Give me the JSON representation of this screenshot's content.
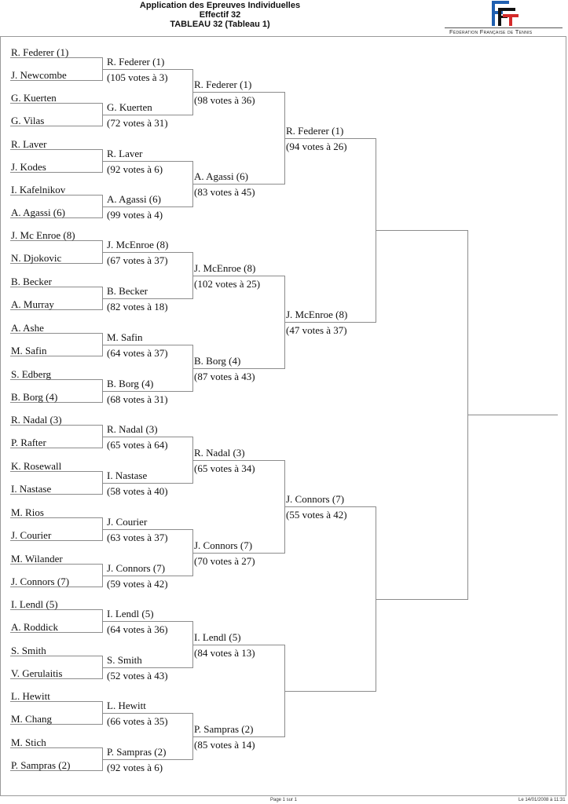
{
  "header": {
    "line1": "Application des Epreuves Individuelles",
    "line2": "Effectif 32",
    "line3": "TABLEAU 32 (Tableau 1)"
  },
  "logo": {
    "letters": "FFT",
    "caption": "Fédération Française de Tennis",
    "colors": {
      "blue": "#1f5fb0",
      "red": "#d42a2a",
      "black": "#111111"
    }
  },
  "footer": {
    "page": "Page 1 sur 1",
    "date": "Le 14/01/2008 à 11:31"
  },
  "rounds": {
    "r1": [
      "R. Federer (1)",
      "J. Newcombe",
      "G. Kuerten",
      "G. Vilas",
      "R. Laver",
      "J. Kodes",
      "I. Kafelnikov",
      "A. Agassi (6)",
      "J. Mc Enroe (8)",
      "N. Djokovic",
      "B. Becker",
      "A. Murray",
      "A. Ashe",
      "M. Safin",
      "S. Edberg",
      "B. Borg (4)",
      "R. Nadal (3)",
      "P. Rafter",
      "K. Rosewall",
      "I. Nastase",
      "M. Rios",
      "J. Courier",
      "M. Wilander",
      "J. Connors (7)",
      "I. Lendl (5)",
      "A. Roddick",
      "S. Smith",
      "V. Gerulaitis",
      "L. Hewitt",
      "M. Chang",
      "M. Stich",
      "P. Sampras (2)"
    ],
    "r2": [
      {
        "name": "R. Federer (1)",
        "score": "(105 votes à 3)"
      },
      {
        "name": "G. Kuerten",
        "score": "(72 votes à 31)"
      },
      {
        "name": "R. Laver",
        "score": "(92 votes à 6)"
      },
      {
        "name": "A. Agassi (6)",
        "score": "(99 votes à 4)"
      },
      {
        "name": "J. McEnroe (8)",
        "score": "(67 votes à 37)"
      },
      {
        "name": "B. Becker",
        "score": "(82 votes à 18)"
      },
      {
        "name": "M. Safin",
        "score": "(64 votes à 37)"
      },
      {
        "name": "B. Borg (4)",
        "score": "(68 votes à 31)"
      },
      {
        "name": "R. Nadal (3)",
        "score": "(65 votes à 64)"
      },
      {
        "name": "I. Nastase",
        "score": "(58 votes à 40)"
      },
      {
        "name": "J. Courier",
        "score": "(63 votes à 37)"
      },
      {
        "name": "J. Connors (7)",
        "score": "(59 votes à 42)"
      },
      {
        "name": "I. Lendl (5)",
        "score": "(64 votes à 36)"
      },
      {
        "name": "S. Smith",
        "score": "(52 votes à 43)"
      },
      {
        "name": "L. Hewitt",
        "score": "(66 votes à 35)"
      },
      {
        "name": "P. Sampras (2)",
        "score": "(92 votes à 6)"
      }
    ],
    "r3": [
      {
        "name": "R. Federer (1)",
        "score": "(98 votes à 36)"
      },
      {
        "name": "A. Agassi (6)",
        "score": "(83 votes à 45)"
      },
      {
        "name": "J. McEnroe (8)",
        "score": "(102 votes à 25)"
      },
      {
        "name": "B. Borg (4)",
        "score": "(87 votes à 43)"
      },
      {
        "name": "R. Nadal (3)",
        "score": "(65 votes à 34)"
      },
      {
        "name": "J. Connors (7)",
        "score": "(70 votes à 27)"
      },
      {
        "name": "I. Lendl (5)",
        "score": "(84 votes à 13)"
      },
      {
        "name": "P. Sampras (2)",
        "score": "(85 votes à 14)"
      }
    ],
    "r4": [
      {
        "name": "R. Federer (1)",
        "score": "(94 votes à 26)"
      },
      {
        "name": "J. McEnroe (8)",
        "score": "(47 votes à 37)"
      },
      {
        "name": "J. Connors (7)",
        "score": "(55 votes à 42)"
      },
      {
        "name": "",
        "score": ""
      }
    ]
  }
}
